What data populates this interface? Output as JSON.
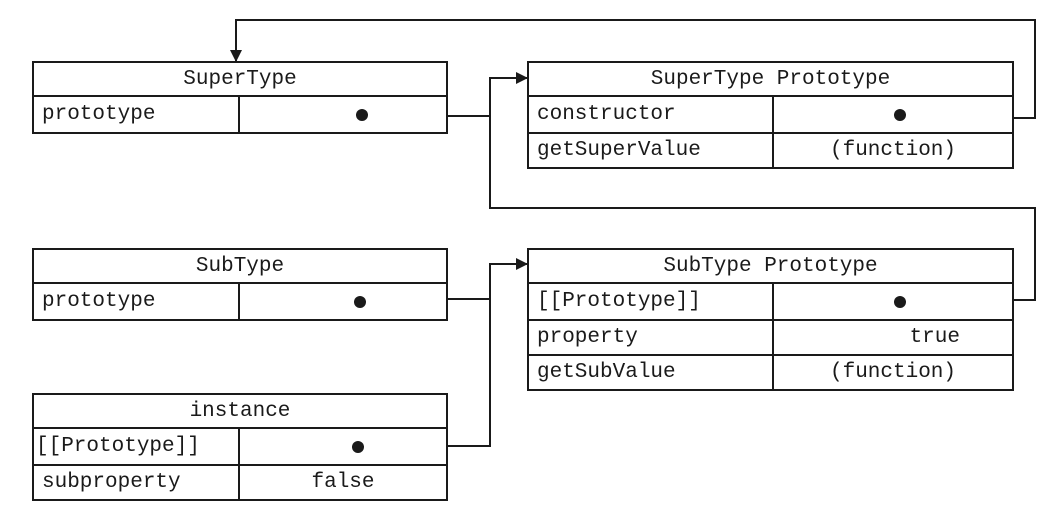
{
  "boxes": {
    "super_type": {
      "title": "SuperType",
      "rows": [
        {
          "key": "prototype",
          "pointer": true
        }
      ]
    },
    "super_type_prototype": {
      "title": "SuperType Prototype",
      "rows": [
        {
          "key": "constructor",
          "pointer": true
        },
        {
          "key": "getSuperValue",
          "value": "(function)"
        }
      ]
    },
    "sub_type": {
      "title": "SubType",
      "rows": [
        {
          "key": "prototype",
          "pointer": true
        }
      ]
    },
    "sub_type_prototype": {
      "title": "SubType Prototype",
      "rows": [
        {
          "key": "[[Prototype]]",
          "pointer": true
        },
        {
          "key": "property",
          "value": "true"
        },
        {
          "key": "getSubValue",
          "value": "(function)"
        }
      ]
    },
    "instance": {
      "title": "instance",
      "rows": [
        {
          "key": "[[Prototype]]",
          "pointer": true
        },
        {
          "key": "subproperty",
          "value": "false"
        }
      ]
    }
  },
  "colors": {
    "ink": "#1a1a1a",
    "background": "#ffffff"
  }
}
